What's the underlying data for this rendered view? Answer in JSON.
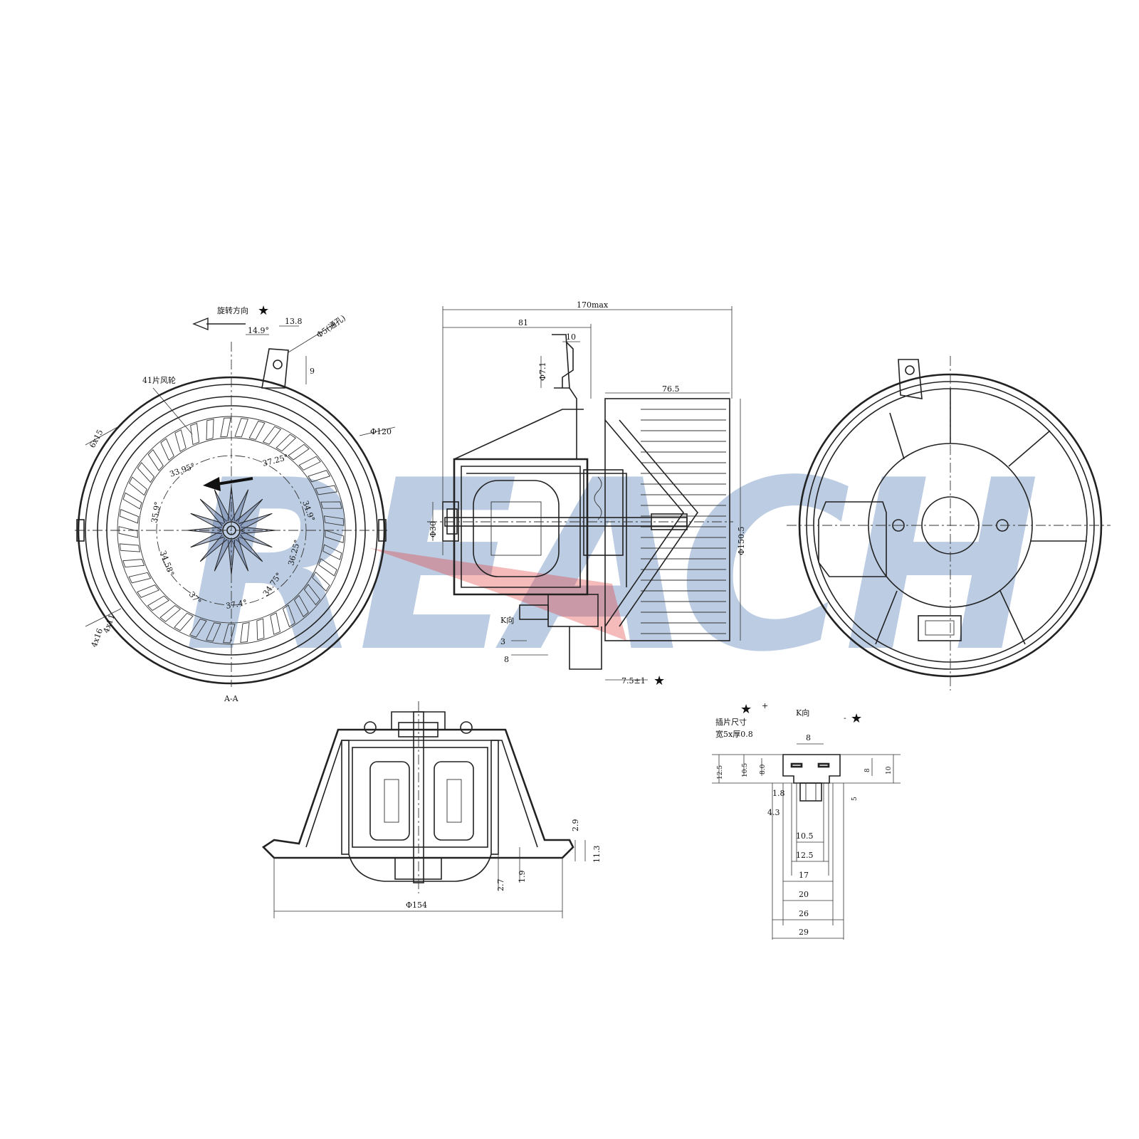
{
  "watermark": "REACH",
  "front_view": {
    "rotation_label": "旋转方向",
    "star": "★",
    "blades_label": "41片风轮",
    "hole_label": "Φ5(通孔)",
    "section_label": "A-A",
    "dims": [
      "14.9°",
      "13.8",
      "9",
      "6x15",
      "Φ120",
      "4x11",
      "4x16"
    ],
    "angles": [
      "33.95°",
      "37.25°",
      "34.9°",
      "35.9°",
      "36.25°",
      "34.58°",
      "37°",
      "37.4°",
      "34.75°"
    ]
  },
  "side_view": {
    "dims": [
      "170max",
      "81",
      "10",
      "Φ7.1",
      "76.5",
      "Φ30",
      "Φ150.5",
      "3",
      "8",
      "7.5±1"
    ],
    "k_label": "K向",
    "star": "★"
  },
  "bottom_view": {
    "dims": [
      "Φ154",
      "2.9",
      "11.3",
      "2.7",
      "1.9"
    ]
  },
  "connector_view": {
    "title": "K向",
    "plus": "+",
    "minus": "-",
    "star_left": "★",
    "star_right": "★",
    "blade_label_1": "插片尺寸",
    "blade_label_2": "宽5x厚0.8",
    "dims": [
      "8",
      "12.5",
      "10.5",
      "8.0",
      "8",
      "10",
      "5",
      "1.8",
      "4.3",
      "10.5",
      "12.5",
      "17",
      "20",
      "26",
      "29"
    ]
  }
}
